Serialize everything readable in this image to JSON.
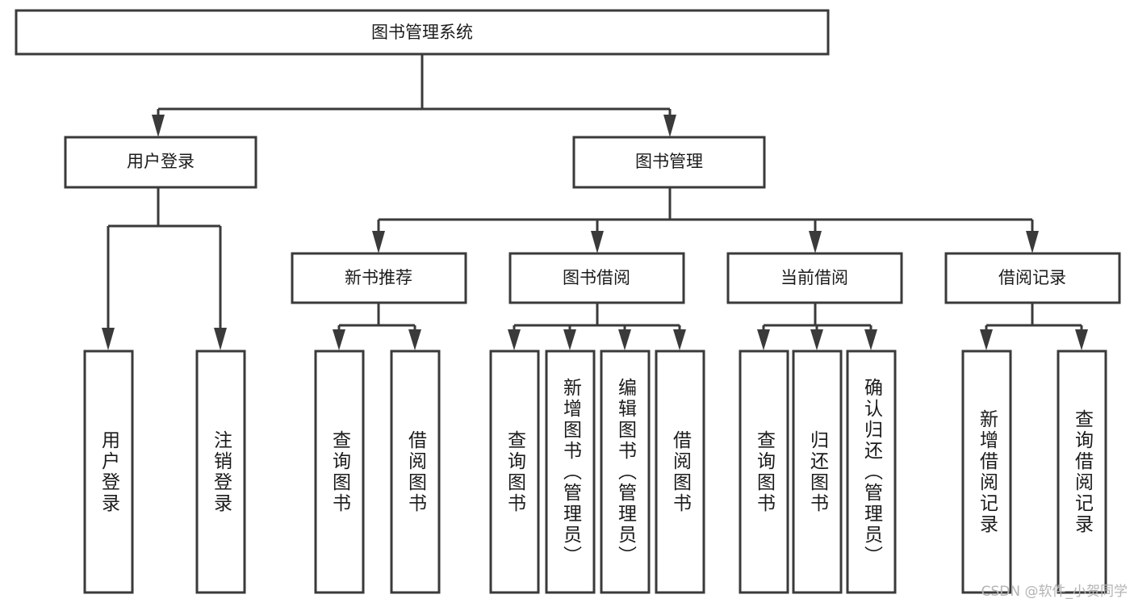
{
  "diagram": {
    "type": "tree-hierarchy-chart",
    "title": "图书管理系统",
    "watermark": "CSDN @软件_小贺同学",
    "colors": {
      "stroke": "#3a3a3a",
      "fill": "#ffffff",
      "text": "#1b1b1b",
      "watermark": "#b4b4b4"
    },
    "root": {
      "label": "图书管理系统"
    },
    "level2": [
      {
        "label": "用户登录"
      },
      {
        "label": "图书管理"
      }
    ],
    "level3": [
      {
        "label": "新书推荐"
      },
      {
        "label": "图书借阅"
      },
      {
        "label": "当前借阅"
      },
      {
        "label": "借阅记录"
      }
    ],
    "leaves": {
      "user_login": [
        {
          "label": "用户登录"
        },
        {
          "label": "注销登录"
        }
      ],
      "new_book_recommend": [
        {
          "label": "查询图书"
        },
        {
          "label": "借阅图书"
        }
      ],
      "book_borrow": [
        {
          "label": "查询图书"
        },
        {
          "label": "新增图书（管理员）"
        },
        {
          "label": "编辑图书（管理员）"
        },
        {
          "label": "借阅图书"
        }
      ],
      "current_borrow": [
        {
          "label": "查询图书"
        },
        {
          "label": "归还图书"
        },
        {
          "label": "确认归还（管理员）"
        }
      ],
      "borrow_record": [
        {
          "label": "新增借阅记录"
        },
        {
          "label": "查询借阅记录"
        }
      ]
    }
  }
}
